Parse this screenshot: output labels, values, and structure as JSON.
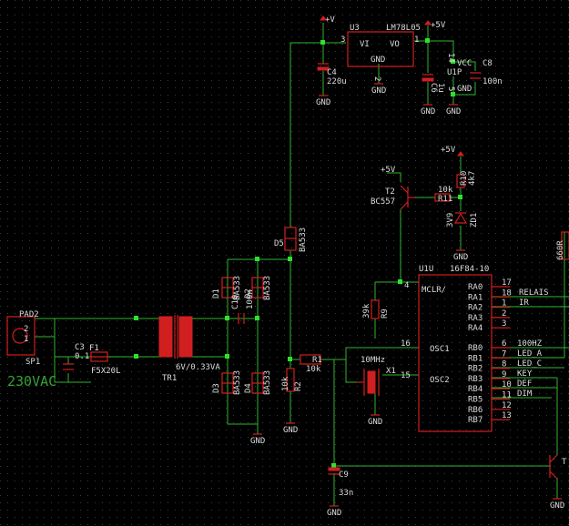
{
  "title": "230VAC power supply and PIC16F84 controller schematic",
  "colors": {
    "background": "#000000",
    "wire": "#2fb52f",
    "part": "#d11f1f",
    "text": "#dcdcdc",
    "junction": "#2fe02f"
  },
  "labels": {
    "vplus": "+V",
    "p5v_a": "+5V",
    "p5v_b": "+5V",
    "p5v_c": "+5V",
    "u3": "U3",
    "u3_part": "LM78L05",
    "u3_vi": "VI",
    "u3_vo": "VO",
    "u3_gnd": "GND",
    "u3_pin1": "1",
    "u3_pin3": "3",
    "u3_pin2": "2",
    "c4": "C4",
    "c4_val": "220u",
    "c6": "C6",
    "c6_val": "1u",
    "u1p": "U1P",
    "vcc": "VCC",
    "pin14": "14",
    "pin5": "5",
    "u1p_gnd": "GND",
    "c8": "C8",
    "c8_val": "100n",
    "t2": "T2",
    "t2_part": "BC557",
    "r11": "R11",
    "r11_val": "10k",
    "r10": "R10",
    "r10_val": "4k7",
    "zd1": "ZD1",
    "zd1_val": "3V9",
    "d5": "D5",
    "d5_part": "BA533",
    "u1": "U1U",
    "u1_part": "16F84-10",
    "mclr": "MCLR/",
    "pin4": "4",
    "osc1": "OSC1",
    "osc2": "OSC2",
    "pin16": "16",
    "pin15": "15",
    "r9": "R9",
    "r9_val": "39k",
    "q1": "10MHz",
    "x1": "X1",
    "pad2": "PAD2",
    "pad_1": "1",
    "pad_2": "2",
    "sp1": "SP1",
    "vac": "230VAC",
    "c3": "C3",
    "c3_val": "0.1",
    "f1": "F1",
    "f1_val": "F5X20L",
    "tr1": "TR1",
    "tr1_val": "6V/0.33VA",
    "d1": "D1",
    "d1_part": "BA533",
    "d2": "D2",
    "d2_part": "BA533",
    "d3": "D3",
    "d3_part": "BA533",
    "d4": "D4",
    "d4_part": "BA533",
    "c10": "C10",
    "c10_val": "100n",
    "r1": "R1",
    "r1_val": "10k",
    "r2": "R2",
    "r2_val": "10k",
    "c9": "C9",
    "c9_val": "33n",
    "r660": "660R",
    "t_right": "T"
  },
  "gnd_label": "GND",
  "ports_a": [
    {
      "name": "RA0",
      "pin": "17"
    },
    {
      "name": "RA1",
      "pin": "18"
    },
    {
      "name": "RA2",
      "pin": "1"
    },
    {
      "name": "RA3",
      "pin": "2"
    },
    {
      "name": "RA4",
      "pin": "3"
    }
  ],
  "ports_b": [
    {
      "name": "RB0",
      "pin": "6"
    },
    {
      "name": "RB1",
      "pin": "7"
    },
    {
      "name": "RB2",
      "pin": "8"
    },
    {
      "name": "RB3",
      "pin": "9"
    },
    {
      "name": "RB4",
      "pin": "10"
    },
    {
      "name": "RB5",
      "pin": "11"
    },
    {
      "name": "RB6",
      "pin": "12"
    },
    {
      "name": "RB7",
      "pin": "13"
    }
  ],
  "net_labels": {
    "relais": "RELAIS",
    "ir": "IR",
    "hz100": "100HZ",
    "led_a": "LED_A",
    "led_c": "LED_C",
    "key": "KEY",
    "def": "DEF",
    "dim": "DIM"
  }
}
